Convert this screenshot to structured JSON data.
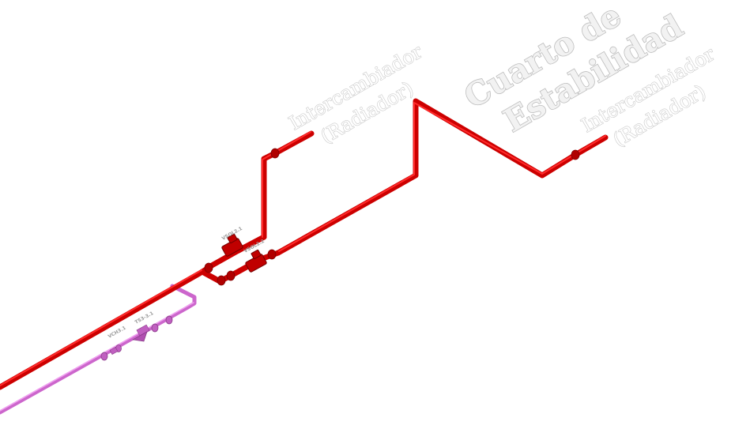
{
  "room": {
    "title_line1": "Cuarto de",
    "title_line2": "Estabilidad"
  },
  "exchanger_left": {
    "line1": "Intercambiador",
    "line2": "(Radiador)"
  },
  "exchanger_right": {
    "line1": "Intercambiador",
    "line2": "(Radiador)"
  },
  "valve_tags": {
    "upper": "VSOL2.1",
    "lower": "VSOL2.2",
    "check": "VCH3.1",
    "trap": "TS3-3.1"
  },
  "colors": {
    "supply_pipe": "#cc0000",
    "return_pipe": "#cc66cc",
    "label_outline": "#c8c8c8"
  }
}
